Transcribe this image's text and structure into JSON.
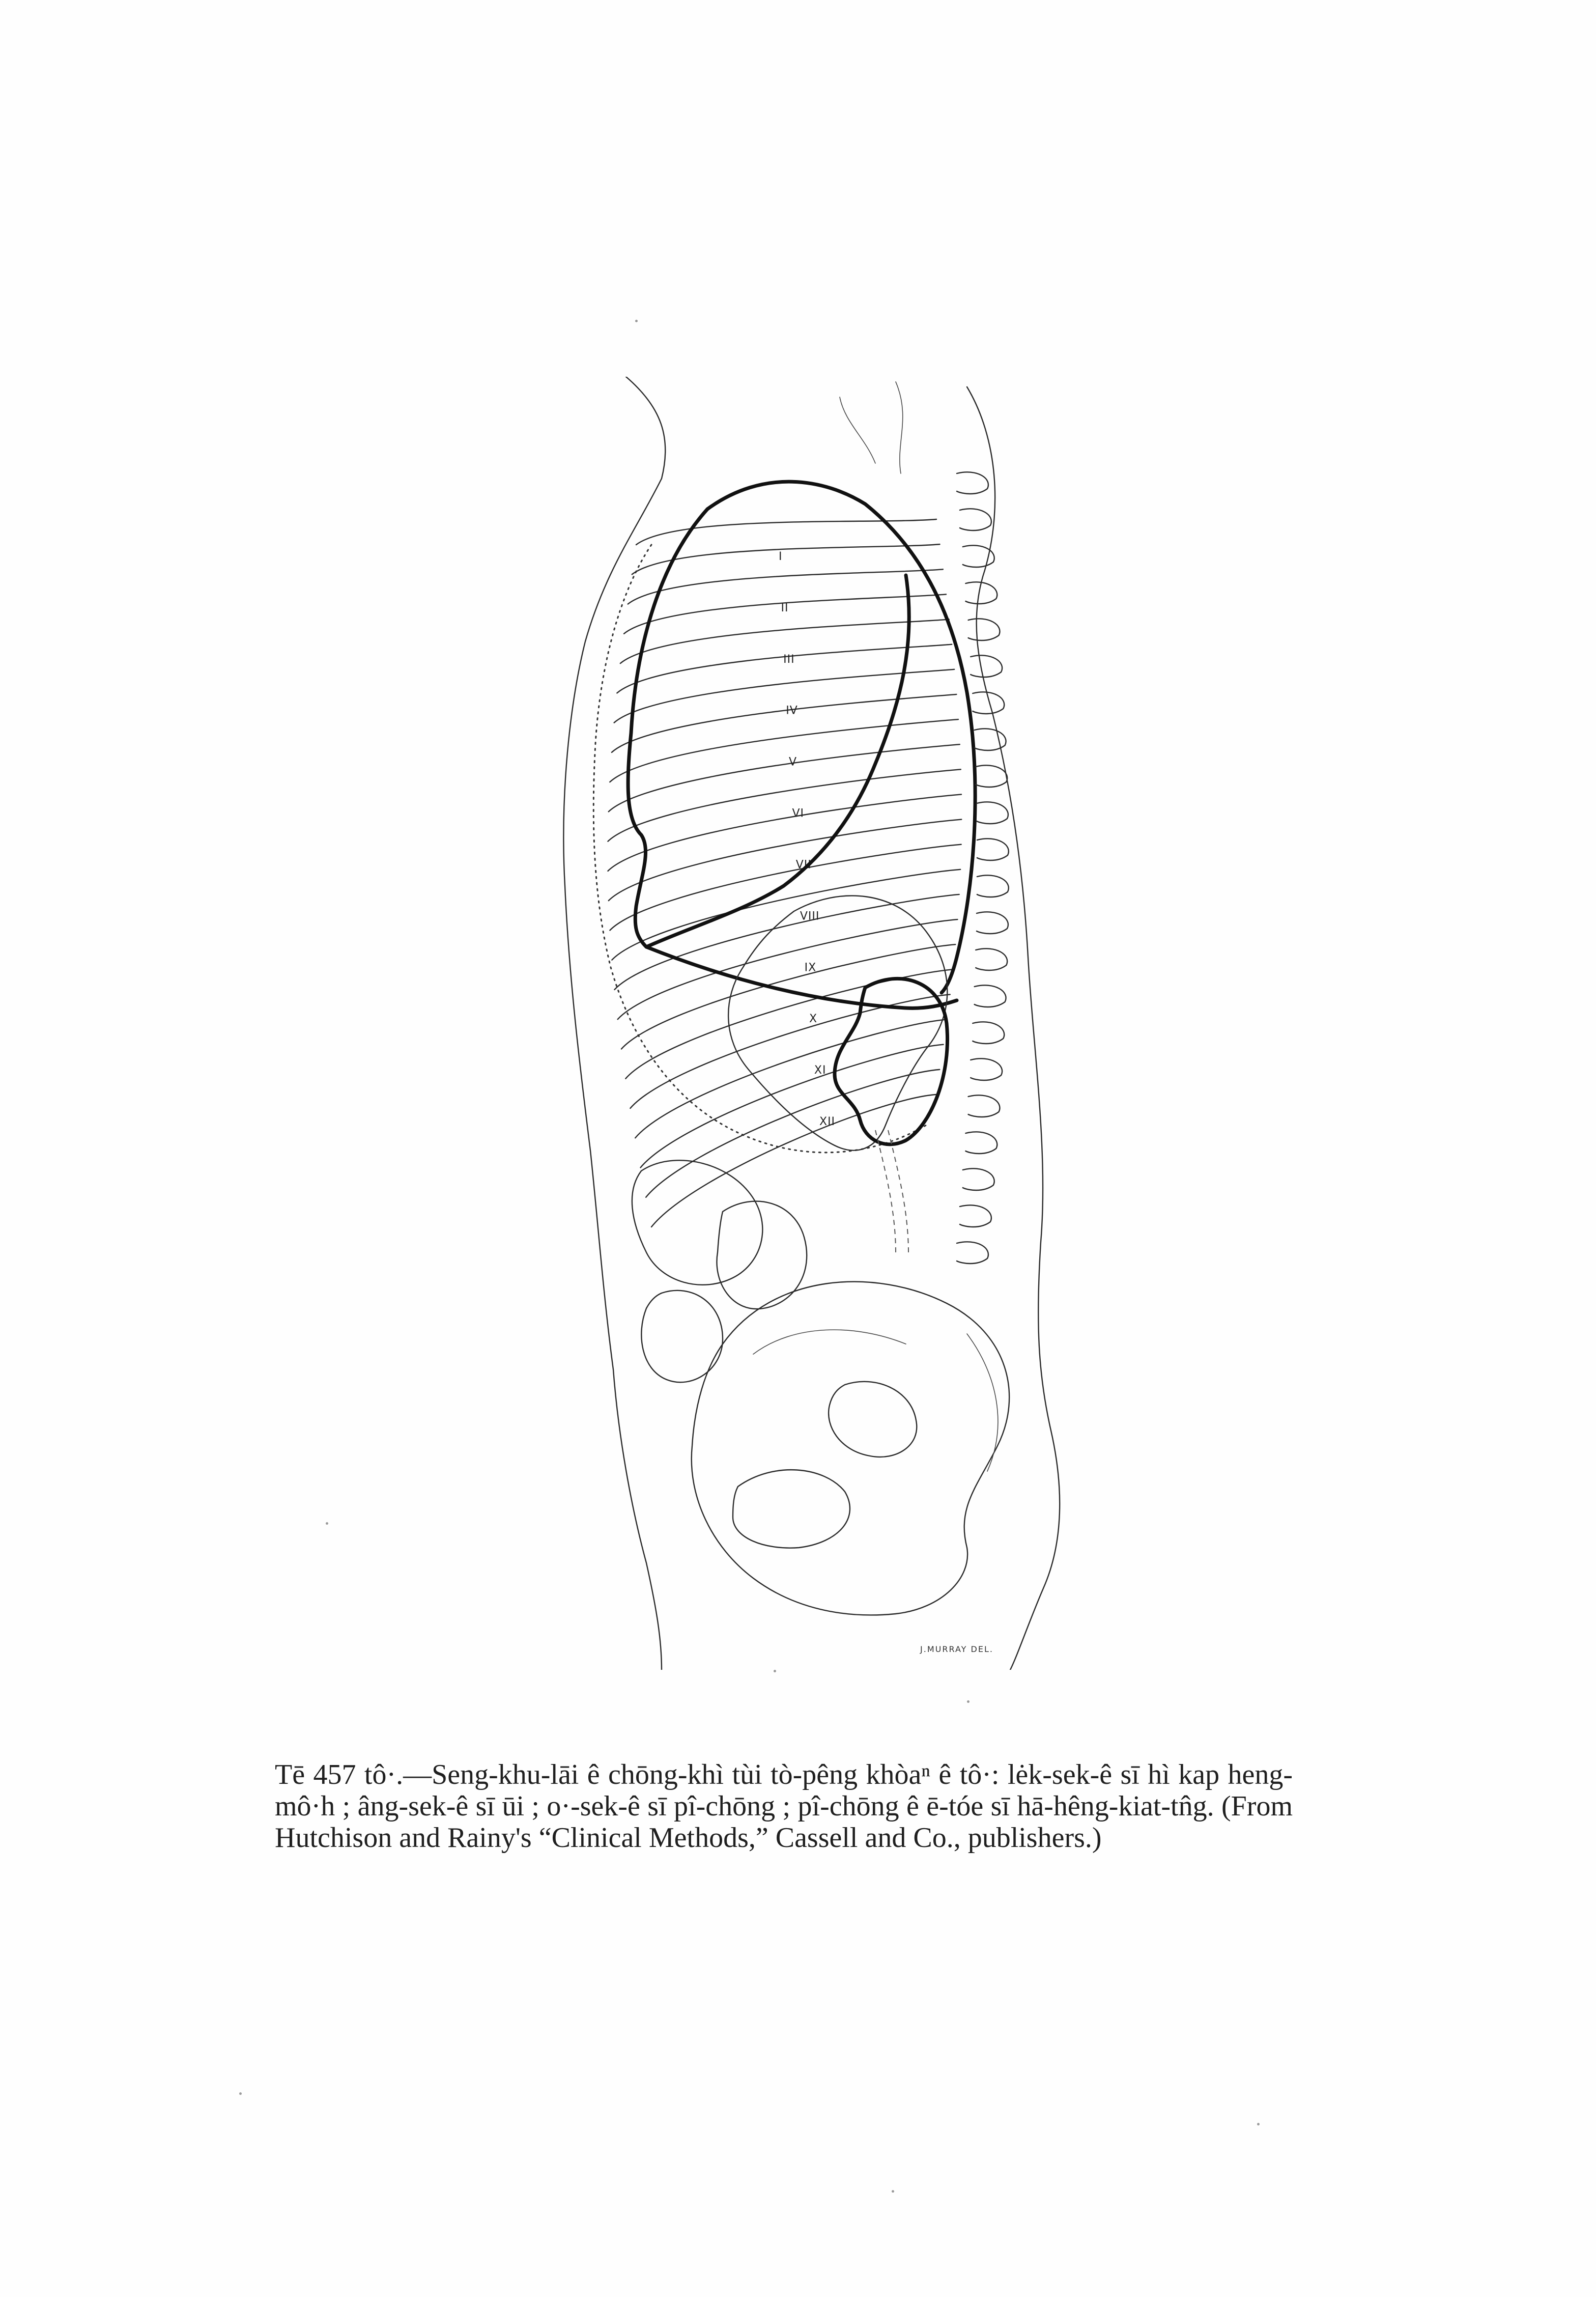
{
  "figure": {
    "rib_labels": [
      "I",
      "II",
      "III",
      "IV",
      "V",
      "VI",
      "VII",
      "VIII",
      "IX",
      "X",
      "XI",
      "XII"
    ],
    "artist_credit": "J.MURRAY DEL."
  },
  "caption": {
    "text": "Tē 457 tô·.—Seng-khu-lāi ê chōng-khì tùi tò-pêng khòaⁿ ê tô·: lėk-sek-ê sī hì kap heng-mô·h ; âng-sek-ê sī ūi ; o·-sek-ê sī pî-chōng ; pî-chōng ê ē-tóe sī hā-hêng-kiat-tn̂g. (From Hutchison and Rainy's “Clinical Methods,” Cassell and Co., publishers.)"
  }
}
